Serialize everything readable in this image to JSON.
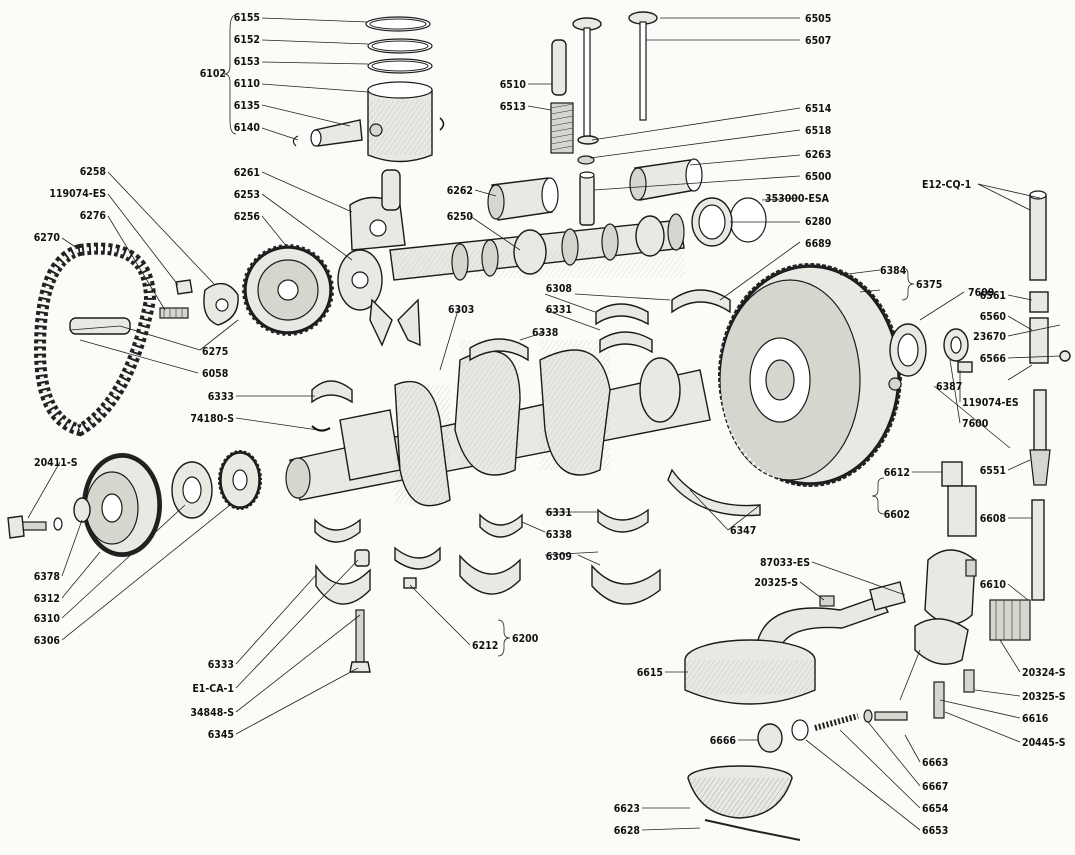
{
  "labels": {
    "l6155": "6155",
    "l6152": "6152",
    "l6153": "6153",
    "l6110": "6110",
    "l6135": "6135",
    "l6140": "6140",
    "l6102": "6102",
    "l6505": "6505",
    "l6507": "6507",
    "l6510": "6510",
    "l6513": "6513",
    "l6514": "6514",
    "l6518": "6518",
    "l6263": "6263",
    "l6500": "6500",
    "l353000": "353000-ESA",
    "l6280": "6280",
    "l6689": "6689",
    "l6262": "6262",
    "l6250": "6250",
    "l6261": "6261",
    "l6253": "6253",
    "l6256": "6256",
    "l6258": "6258",
    "l119074a": "119074-ES",
    "l6276": "6276",
    "l6270": "6270",
    "l6275": "6275",
    "l6058": "6058",
    "l6303": "6303",
    "l6308": "6308",
    "l6331a": "6331",
    "l6338a": "6338",
    "l6384": "6384",
    "l6375": "6375",
    "l6333a": "6333",
    "l74180": "74180-S",
    "l20411": "20411-S",
    "l6378": "6378",
    "l6312": "6312",
    "l6310": "6310",
    "l6306": "6306",
    "l6333b": "6333",
    "lE1CA1": "E1-CA-1",
    "l34848": "34848-S",
    "l6345": "6345",
    "l6212": "6212",
    "l6200": "6200",
    "l6331b": "6331",
    "l6338b": "6338",
    "l6309": "6309",
    "l6347": "6347",
    "lE12CQ1": "E12-CQ-1",
    "l7609": "7609",
    "l6561": "6561",
    "l6560": "6560",
    "l23670": "23670",
    "l6566": "6566",
    "l119074b": "119074-ES",
    "l7600": "7600",
    "l6387": "6387",
    "l6551": "6551",
    "l6612": "6612",
    "l6602": "6602",
    "l6608": "6608",
    "l6610": "6610",
    "l87033": "87033-ES",
    "l20325a": "20325-S",
    "l6615": "6615",
    "l20324": "20324-S",
    "l20325b": "20325-S",
    "l6616": "6616",
    "l20445": "20445-S",
    "l6663": "6663",
    "l6666": "6666",
    "l6667": "6667",
    "l6654": "6654",
    "l6623": "6623",
    "l6653": "6653",
    "l6628": "6628"
  }
}
